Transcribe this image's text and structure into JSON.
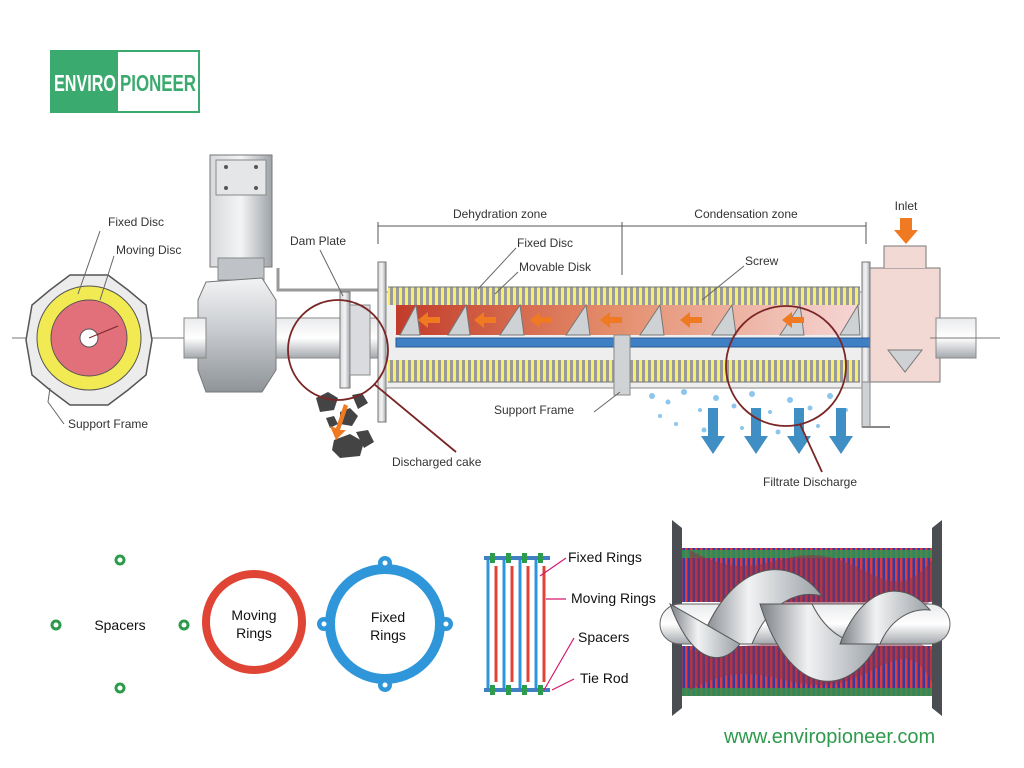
{
  "logo": {
    "part1": "ENVIRO",
    "part2": "PIONEER",
    "colors": {
      "green": "#3aaa6e",
      "white": "#ffffff"
    }
  },
  "labels": {
    "fixed_disc_left": "Fixed Disc",
    "moving_disc": "Moving Disc",
    "support_frame_left": "Support Frame",
    "dam_plate": "Dam Plate",
    "dehydration_zone": "Dehydration zone",
    "condensation_zone": "Condensation zone",
    "inlet": "Inlet",
    "fixed_disc_top": "Fixed Disc",
    "movable_disk": "Movable Disk",
    "screw": "Screw",
    "support_frame_main": "Support Frame",
    "discharged_cake": "Discharged cake",
    "filtrate_discharge": "Filtrate Discharge"
  },
  "legend": {
    "spacers": "Spacers",
    "moving_rings": [
      "Moving",
      "Rings"
    ],
    "fixed_rings": [
      "Fixed",
      "Rings"
    ],
    "stack_fixed_rings": "Fixed Rings",
    "stack_moving_rings": "Moving Rings",
    "stack_spacers": "Spacers",
    "stack_tie_rod": "Tie Rod"
  },
  "colors": {
    "moving_ring": "#e04434",
    "fixed_ring": "#2f97d9",
    "spacer": "#2e9a4c",
    "yellow_disc": "#f2ea52",
    "pink_disc": "#e2707a",
    "arrow_orange": "#f07a22",
    "filtrate_blue": "#3f8ec4",
    "leader_brown": "#7a2626",
    "pointer_magenta": "#d4196e"
  },
  "website": "www.enviropioneer.com"
}
